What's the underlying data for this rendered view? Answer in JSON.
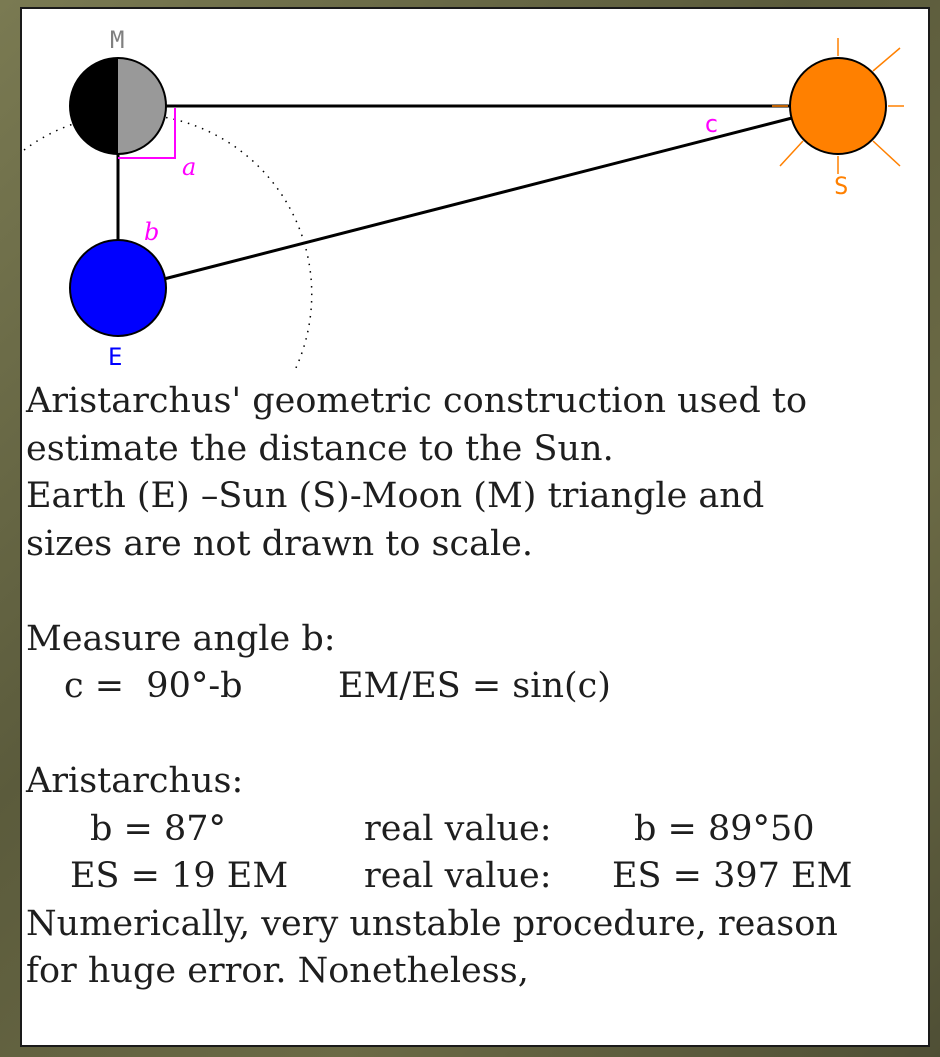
{
  "diagram": {
    "labels": {
      "moon": "M",
      "sun": "S",
      "earth": "E",
      "angle_a": "a",
      "angle_b": "b",
      "angle_c": "c"
    },
    "colors": {
      "sun": "#ff8000",
      "earth": "#0000ff",
      "moon_dark": "#000000",
      "moon_light": "#999999",
      "angle_marks": "#ff00ff",
      "lines": "#000000"
    }
  },
  "caption": {
    "line1": "Aristarchus' geometric construction used to",
    "line2": "estimate the distance to the Sun.",
    "line3": "Earth (E) –Sun (S)-Moon (M) triangle and",
    "line4": "sizes are not drawn to scale.",
    "measure_heading": "Measure angle b:",
    "formula_c": "c =  90°-b",
    "formula_ratio": "EM/ES = sin(c)",
    "aristarchus_heading": "Aristarchus:",
    "b_value": "b = 87°",
    "real_label_1": "real value:",
    "b_real": "b = 89°50",
    "es_value": "ES = 19 EM",
    "real_label_2": "real value:",
    "es_real": "ES = 397 EM",
    "conclusion_1": "Numerically, very unstable procedure, reason",
    "conclusion_2": "for huge error. Nonetheless,"
  }
}
